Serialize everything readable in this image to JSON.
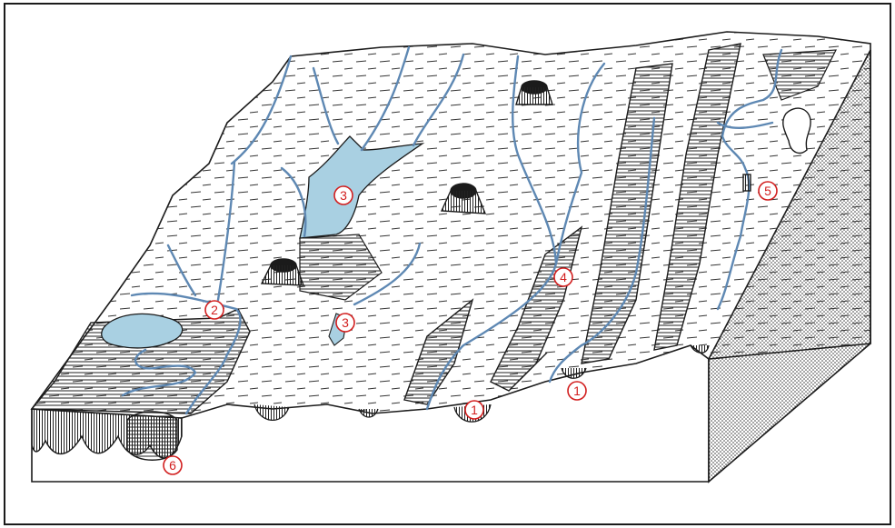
{
  "colors": {
    "water": "#a9d0e2",
    "stream": "#5e88b3",
    "marker": "#d21f1f",
    "ink": "#1b1b1b",
    "paper": "#ffffff"
  },
  "markers": [
    {
      "id": "m-1a",
      "label": "1"
    },
    {
      "id": "m-1b",
      "label": "1"
    },
    {
      "id": "m-2",
      "label": "2"
    },
    {
      "id": "m-3a",
      "label": "3"
    },
    {
      "id": "m-3b",
      "label": "3"
    },
    {
      "id": "m-4",
      "label": "4"
    },
    {
      "id": "m-5",
      "label": "5"
    },
    {
      "id": "m-6",
      "label": "6"
    }
  ]
}
